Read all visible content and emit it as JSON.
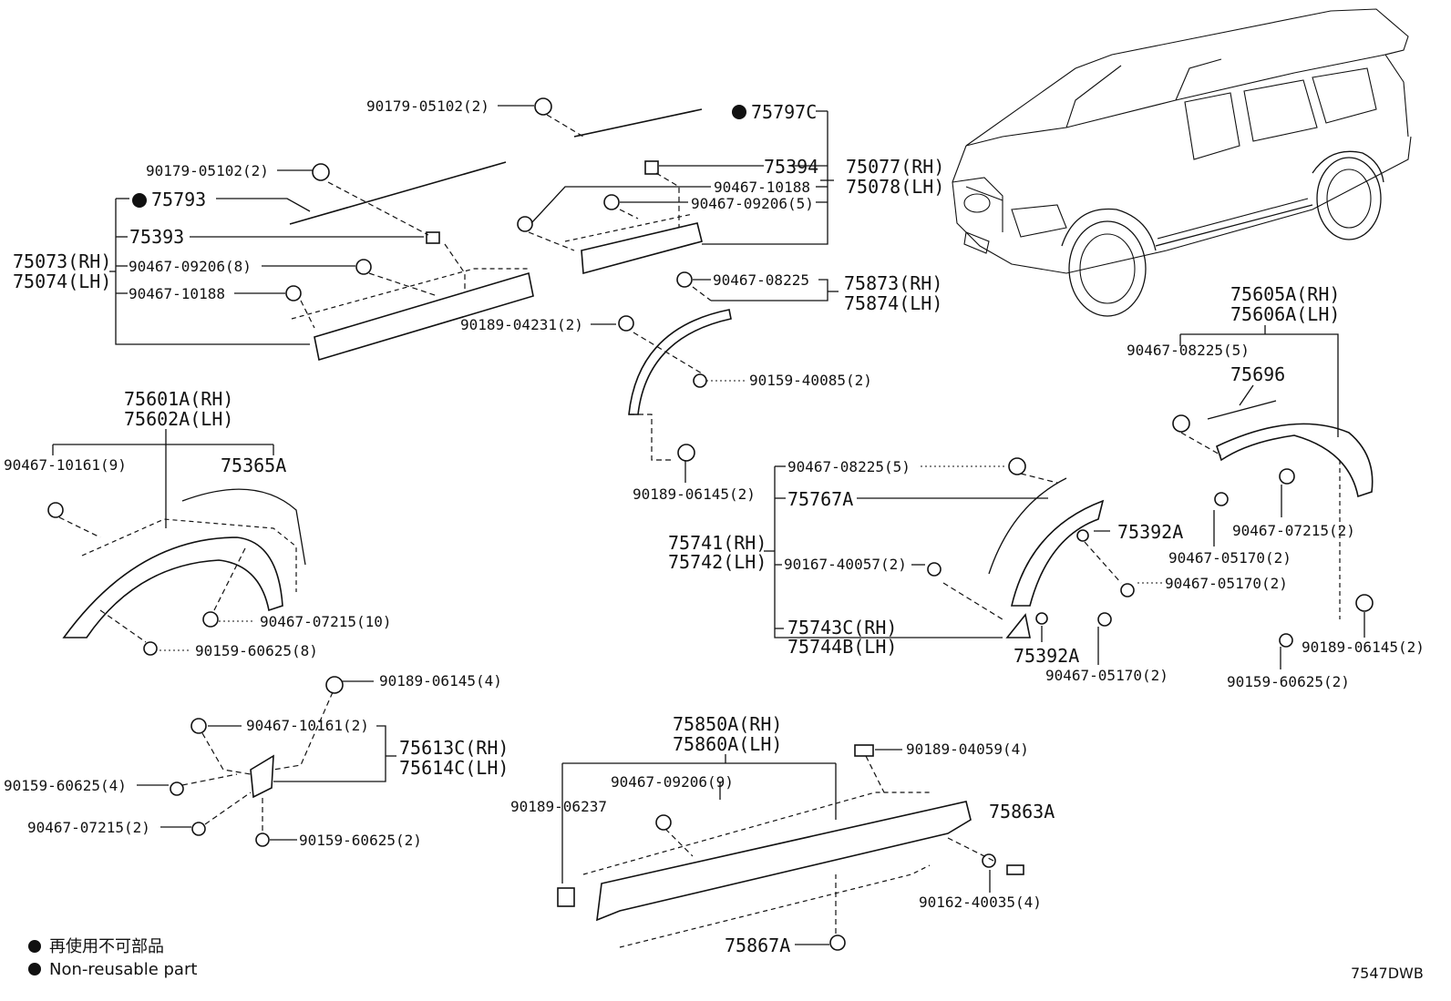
{
  "labels": {
    "p90179_05102_a": "90179-05102(2)",
    "p75797C": "75797C",
    "p90179_05102_b": "90179-05102(2)",
    "p75793": "75793",
    "p75393": "75393",
    "p75073": "75073(RH)",
    "p75074": "75074(LH)",
    "p90467_09206_8": "90467-09206(8)",
    "p90467_10188_a": "90467-10188",
    "p75394": "75394",
    "p90467_10188_b": "90467-10188",
    "p90467_09206_5": "90467-09206(5)",
    "p75077": "75077(RH)",
    "p75078": "75078(LH)",
    "p90467_08225": "90467-08225",
    "p75873": "75873(RH)",
    "p75874": "75874(LH)",
    "p90189_04231": "90189-04231(2)",
    "p90159_40085": "90159-40085(2)",
    "p90189_06145_a": "90189-06145(2)",
    "p75601A": "75601A(RH)",
    "p75602A": "75602A(LH)",
    "p90467_10161_9": "90467-10161(9)",
    "p75365A": "75365A",
    "p90467_07215_10": "90467-07215(10)",
    "p90159_60625_8": "90159-60625(8)",
    "p90467_08225_5a": "90467-08225(5)",
    "p75767A": "75767A",
    "p75741": "75741(RH)",
    "p75742": "75742(LH)",
    "p90167_40057": "90167-40057(2)",
    "p75392A_a": "75392A",
    "p90467_05170_a": "90467-05170(2)",
    "p75743C": "75743C(RH)",
    "p75744B": "75744B(LH)",
    "p75392A_b": "75392A",
    "p90467_05170_b": "90467-05170(2)",
    "p75605A": "75605A(RH)",
    "p75606A": "75606A(LH)",
    "p90467_08225_5b": "90467-08225(5)",
    "p75696": "75696",
    "p90467_07215_2a": "90467-07215(2)",
    "p90467_05170_c": "90467-05170(2)",
    "p90189_06145_b": "90189-06145(2)",
    "p90159_60625_2a": "90159-60625(2)",
    "p90189_06145_4": "90189-06145(4)",
    "p90467_10161_2": "90467-10161(2)",
    "p75613C": "75613C(RH)",
    "p75614C": "75614C(LH)",
    "p90159_60625_4": "90159-60625(4)",
    "p90467_07215_2b": "90467-07215(2)",
    "p90159_60625_2b": "90159-60625(2)",
    "p75850A": "75850A(RH)",
    "p75860A": "75860A(LH)",
    "p90467_09206_9": "90467-09206(9)",
    "p90189_06237": "90189-06237",
    "p90189_04059": "90189-04059(4)",
    "p75863A": "75863A",
    "p90162_40035": "90162-40035(4)",
    "p75867A": "75867A"
  },
  "legend": {
    "line1": "再使用不可部品",
    "line2": "Non-reusable part"
  },
  "drawing_code": "7547DWB"
}
